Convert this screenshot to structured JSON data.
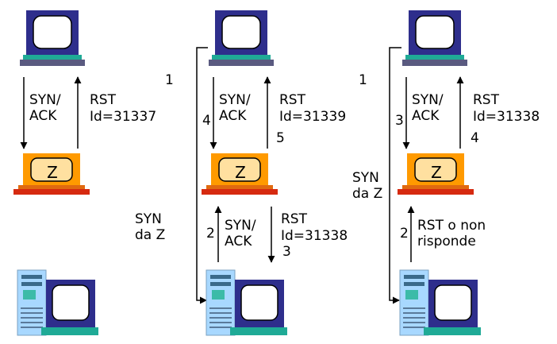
{
  "colors": {
    "monitor_frame": "#2e2e8c",
    "monitor_screen": "#ffffff",
    "monitor_base_band": "#1faa96",
    "monitor_foot": "#5a5a80",
    "z_frame": "#ff9a00",
    "z_screen_bg": "#ffe0a0",
    "z_base_band": "#e06a10",
    "z_foot": "#d62a10",
    "tower_body": "#a8d8ff",
    "tower_slot": "#3cbba8",
    "tower_slot_dark": "#3a6a8a",
    "pc_screen_frame": "#2e2e8c",
    "pc_keyboard": "#1faa96",
    "line": "#000000"
  },
  "icons": [
    "host-monitor-icon",
    "z-host-icon",
    "workstation-icon",
    "arrow-icon"
  ],
  "panel1": {
    "down_label_l1": "SYN/",
    "down_label_l2": "ACK",
    "up_label_l1": "RST",
    "up_label_l2": "Id=31337",
    "step_1": "1",
    "z_label": "Z",
    "syn_l1": "SYN",
    "syn_l2": "da Z"
  },
  "panel2": {
    "down_label_l1": "SYN/",
    "down_label_l2": "ACK",
    "up_label_l1": "RST",
    "up_label_l2": "Id=31339",
    "step_4": "4",
    "step_5": "5",
    "z_label": "Z",
    "lower_up_l1": "SYN/",
    "lower_up_l2": "ACK",
    "step_2": "2",
    "lower_down_l1": "RST",
    "lower_down_l2": "Id=31338",
    "step_3": "3"
  },
  "panel3": {
    "step_1": "1",
    "down_label_l1": "SYN/",
    "down_label_l2": "ACK",
    "up_label_l1": "RST",
    "up_label_l2": "Id=31338",
    "step_3": "3",
    "step_4": "4",
    "z_label": "Z",
    "syn_l1": "SYN",
    "syn_l2": "da Z",
    "step_2": "2",
    "lower_up_l1": "RST o non",
    "lower_up_l2": "risponde"
  }
}
